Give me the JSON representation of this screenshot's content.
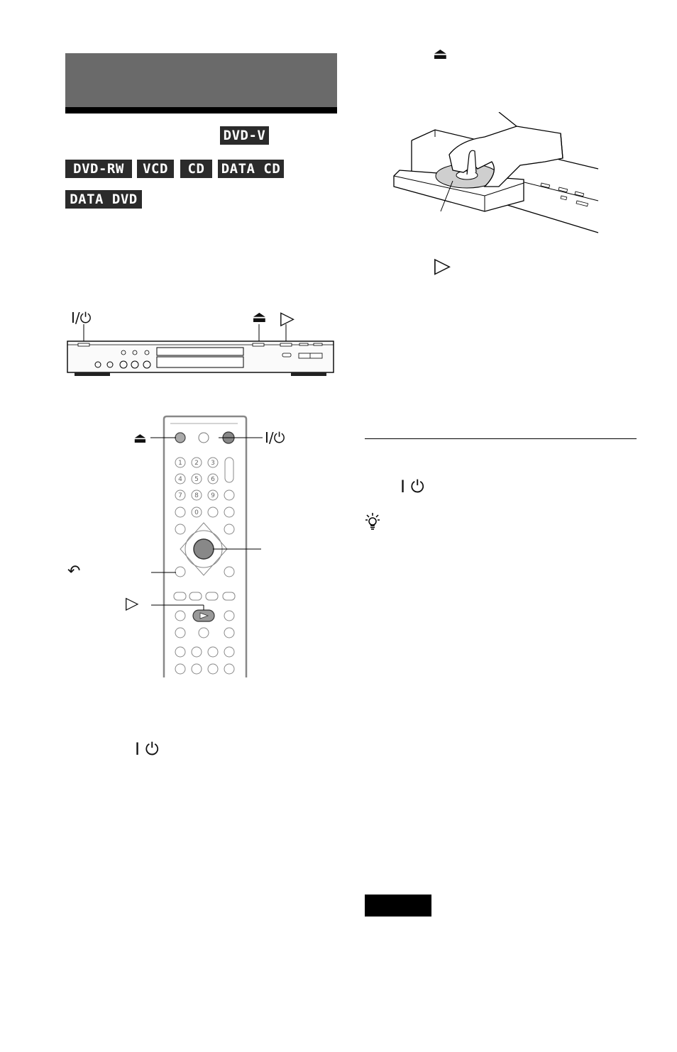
{
  "header": {
    "title_bar_color": "#6a6a6a"
  },
  "disc_badges": [
    "DVD-V",
    "DVD-RW",
    "VCD",
    "CD",
    "DATA CD",
    "DATA DVD"
  ],
  "player_labels": {
    "power": "I/⏻",
    "eject": "⏏",
    "play": "▷"
  },
  "remote_labels": {
    "eject": "⏏",
    "power": "I/⏻",
    "return": "↶",
    "play": "▷",
    "keypad": [
      "1",
      "2",
      "3",
      "4",
      "5",
      "6",
      "7",
      "8",
      "9",
      "0"
    ]
  },
  "step_symbols": {
    "eject": "⏏",
    "play": "▷",
    "power_on": "I ⏻",
    "power_off": "I ⏻"
  },
  "tip_icon": "lightbulb-icon"
}
